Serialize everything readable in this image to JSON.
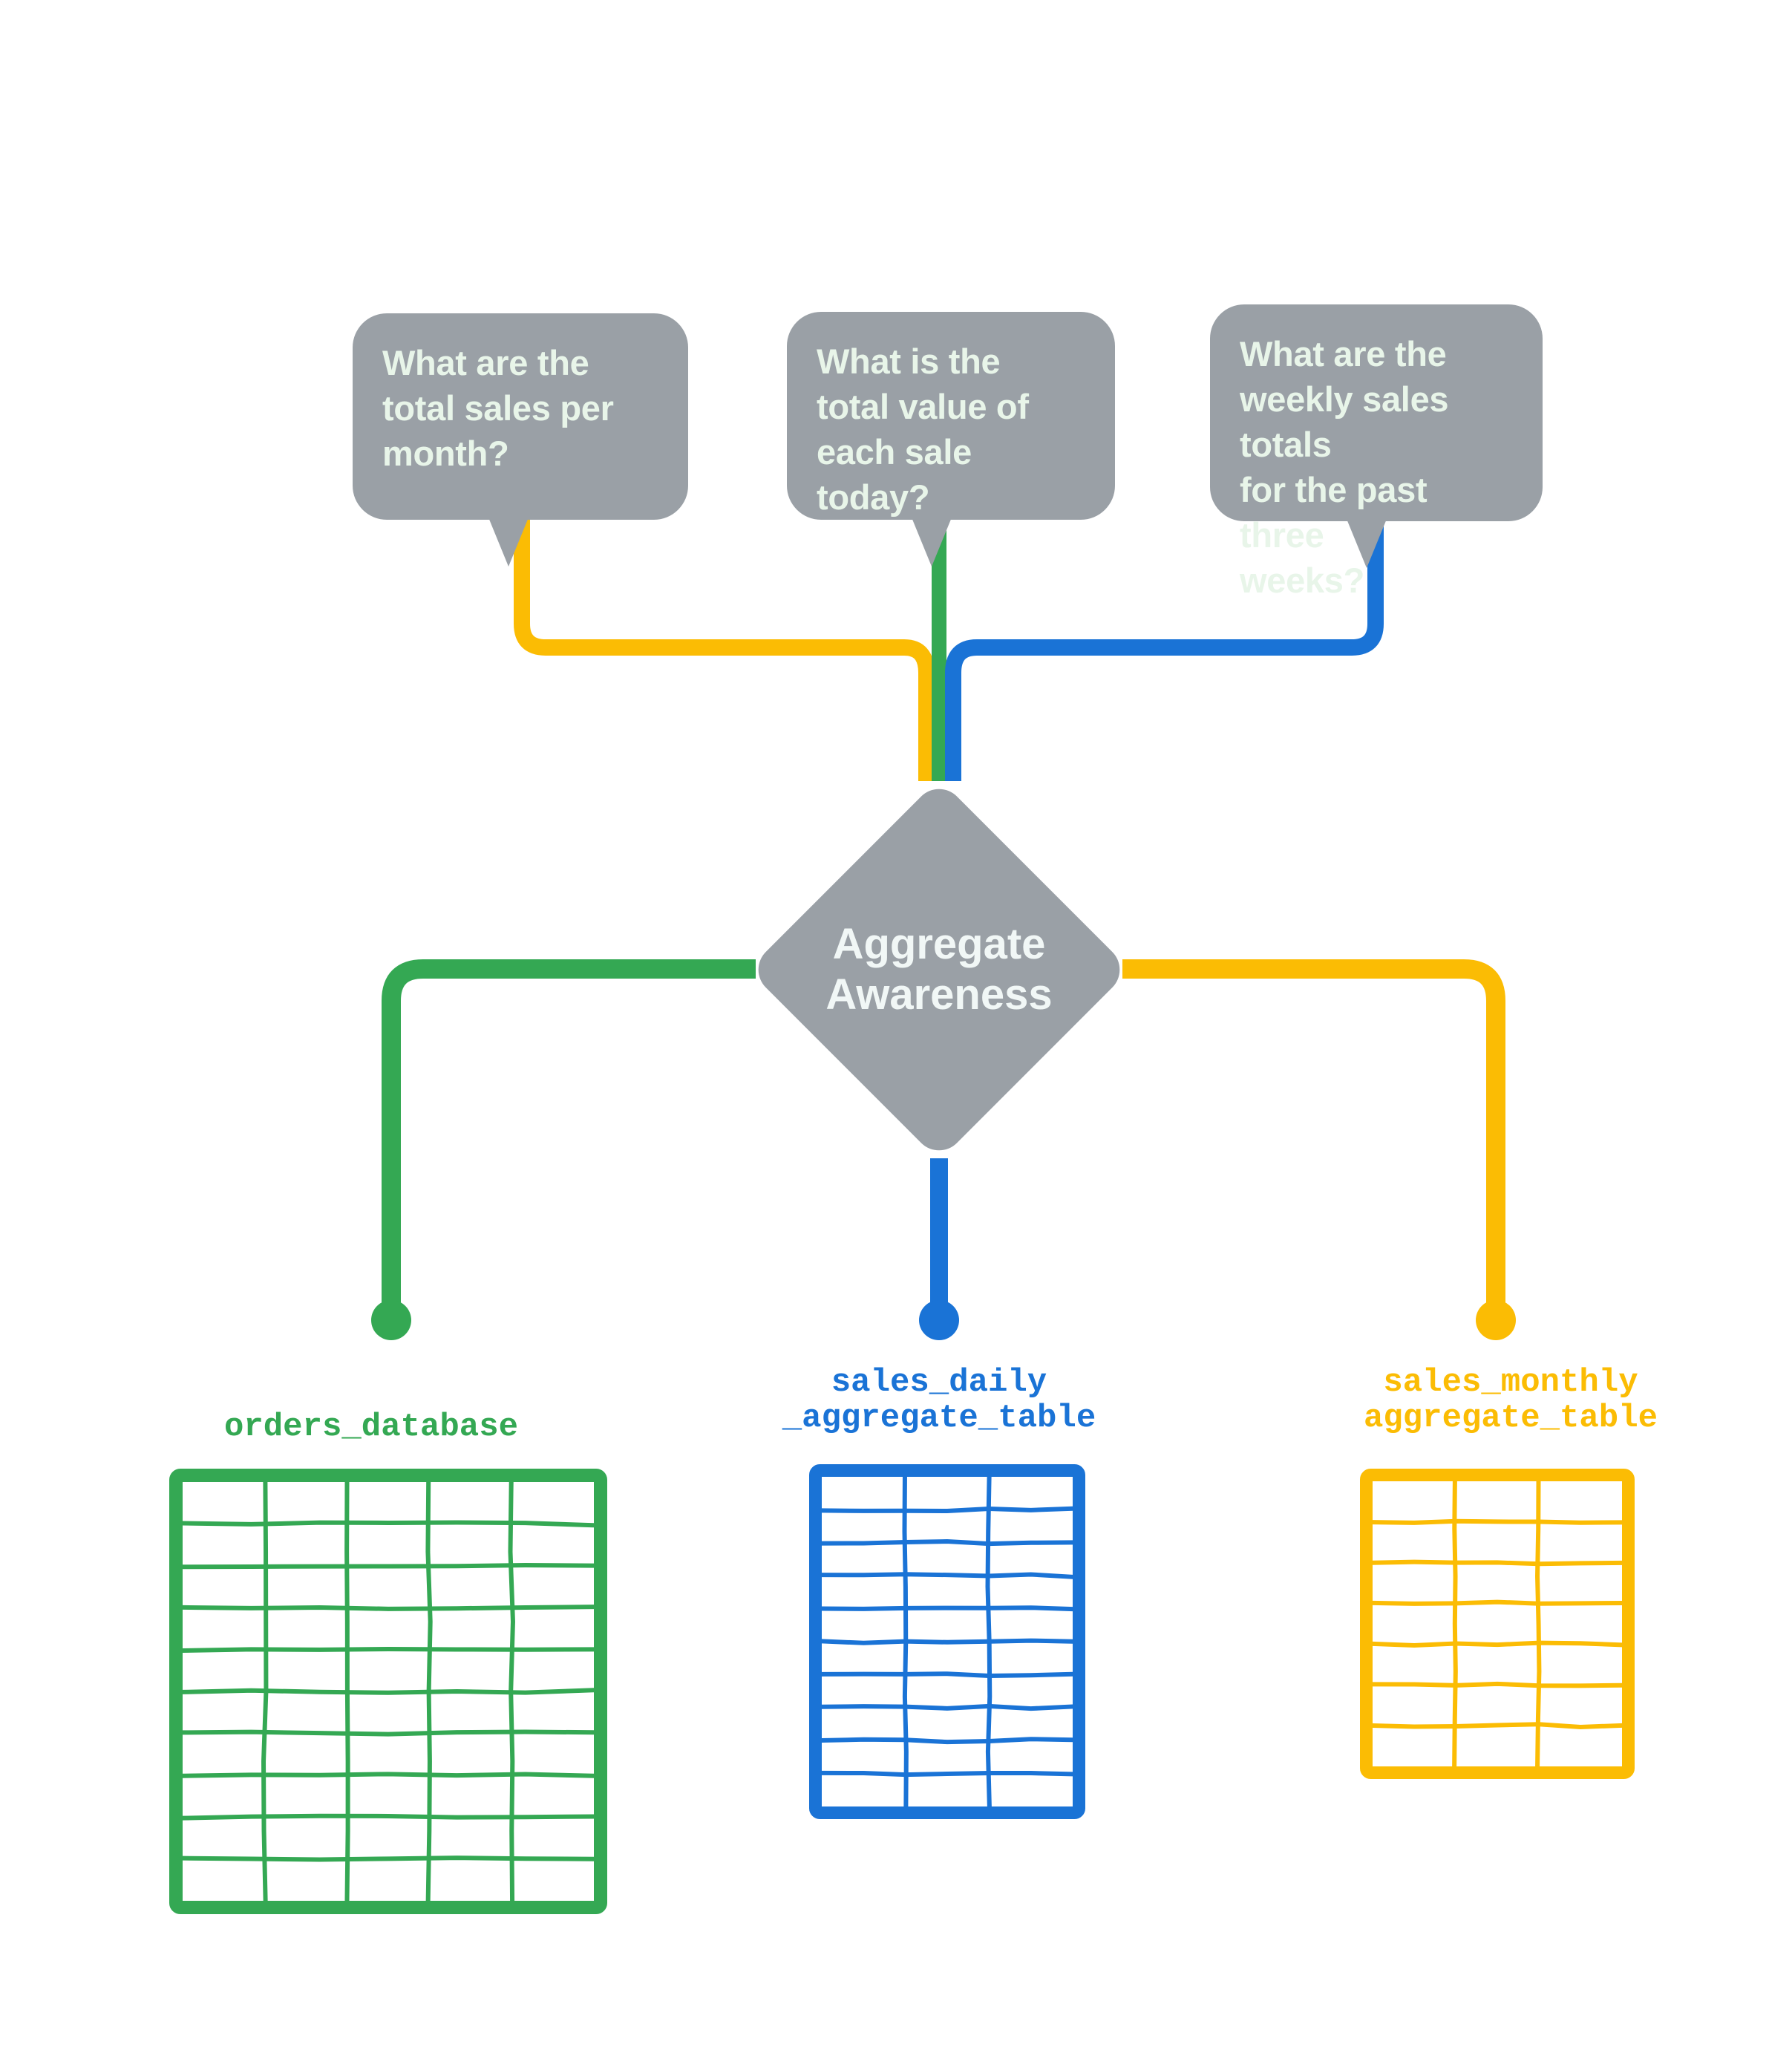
{
  "diagram": {
    "title": "Aggregate Awareness",
    "center_node": {
      "label": "Aggregate\nAwareness",
      "shape": "diamond",
      "color": "#9AA0A6",
      "text_color": "#F1F7F6"
    },
    "questions": [
      {
        "id": "question-monthly",
        "text": "What are the\ntotal sales per\nmonth?",
        "connector_color": "#FBBC04",
        "routes_to": "sales_monthly aggregate_table"
      },
      {
        "id": "question-daily",
        "text": "What is the\ntotal value of\neach sale today?",
        "connector_color": "#34A853",
        "routes_to": "orders_database"
      },
      {
        "id": "question-weekly",
        "text": "What are the\nweekly sales totals\nfor the past three\nweeks?",
        "connector_color": "#1A73D6",
        "routes_to": "sales_daily_aggregate_table"
      }
    ],
    "tables": [
      {
        "id": "orders-database",
        "name": "orders_database",
        "caption": "orders_database",
        "color": "#34A853",
        "columns": 5,
        "rows": 10
      },
      {
        "id": "sales-daily-aggregate-table",
        "name": "sales_daily_aggregate_table",
        "caption": "sales_daily\n_aggregate_table",
        "color": "#1A73D6",
        "columns": 3,
        "rows": 10
      },
      {
        "id": "sales-monthly-aggregate-table",
        "name": "sales_monthly_aggregate_table",
        "caption": "sales_monthly\naggregate_table",
        "color": "#FBBC04",
        "columns": 3,
        "rows": 7
      }
    ],
    "palette": {
      "background": "#FFFFFF",
      "gray": "#9AA0A6",
      "green": "#34A853",
      "blue": "#1A73D6",
      "yellow": "#FBBC04",
      "bubble_text": "#E8F5E9"
    }
  }
}
